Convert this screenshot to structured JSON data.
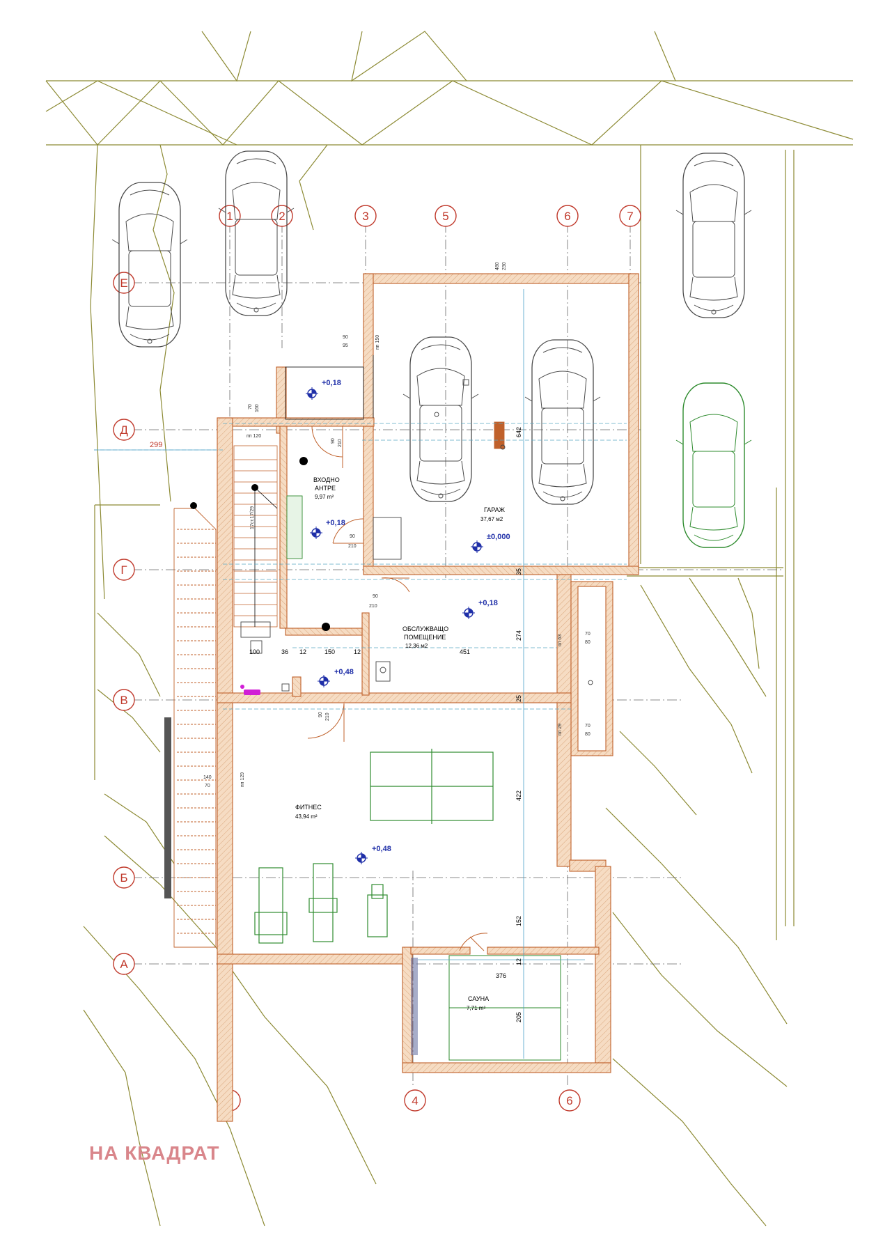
{
  "axes": {
    "top": [
      "1",
      "2",
      "3",
      "5",
      "6",
      "7"
    ],
    "bottom": [
      "1",
      "4",
      "6"
    ],
    "rows": [
      "Е",
      "Д",
      "Г",
      "В",
      "Б",
      "А"
    ]
  },
  "rooms": {
    "garage": {
      "name": "ГАРАЖ",
      "area": "37,67 м2"
    },
    "entrance": {
      "name_1": "ВХОДНО",
      "name_2": "АНТРЕ",
      "area": "9,97 m²"
    },
    "service": {
      "name_1": "ОБСЛУЖВАЩО",
      "name_2": "ПОМЕЩЕНИЕ",
      "area": "12,36 м2"
    },
    "fitness": {
      "name": "ФИТНЕС",
      "area": "43,94 m²"
    },
    "sauna": {
      "name": "САУНА",
      "area": "7,71 m²"
    }
  },
  "levels": {
    "porch": "+0,18",
    "entrance": "+0,18",
    "garage": "±0,000",
    "service": "+0,18",
    "wc": "+0,48",
    "fitness": "+0,48"
  },
  "dimensions": {
    "setback": "299",
    "stair": "17ст.17/29",
    "d100": "100",
    "d36": "36",
    "d12a": "12",
    "d150": "150",
    "d12b": "12",
    "d451": "451",
    "d642": "642",
    "d35": "35",
    "d274": "274",
    "d25": "25",
    "d422": "422",
    "d152": "152",
    "d12c": "12",
    "d205": "205",
    "d376": "376",
    "door_90a": "90",
    "door_210a": "210",
    "door_90b": "90",
    "door_210b": "210",
    "door_90c": "90",
    "door_210c": "210",
    "door_90d": "90",
    "door_210d": "210",
    "win_70": "70",
    "win_160": "160",
    "win_pp120": "пп 120",
    "win_90": "90",
    "win_95": "95",
    "win_pp150": "пп 150",
    "win_480": "480",
    "win_230": "230",
    "win_70b": "70",
    "win_80b": "80",
    "win_pp63": "пп 63",
    "win_70c": "70",
    "win_80c": "80",
    "win_pp29": "пп 29",
    "win_140": "140",
    "win_70d": "70",
    "win_pp129": "пп 129"
  },
  "watermark": "НА КВАДРАТ",
  "colors": {
    "terrain": "#8c8a33",
    "axis": "#c0392b",
    "wall_outline": "#c0612b",
    "wall_fill": "#f6dcc3",
    "level_marker": "#1f2fa8",
    "car_highlight": "#2e8b2e",
    "equipment": "#2e8b2e",
    "watermark": "#d9868b"
  }
}
